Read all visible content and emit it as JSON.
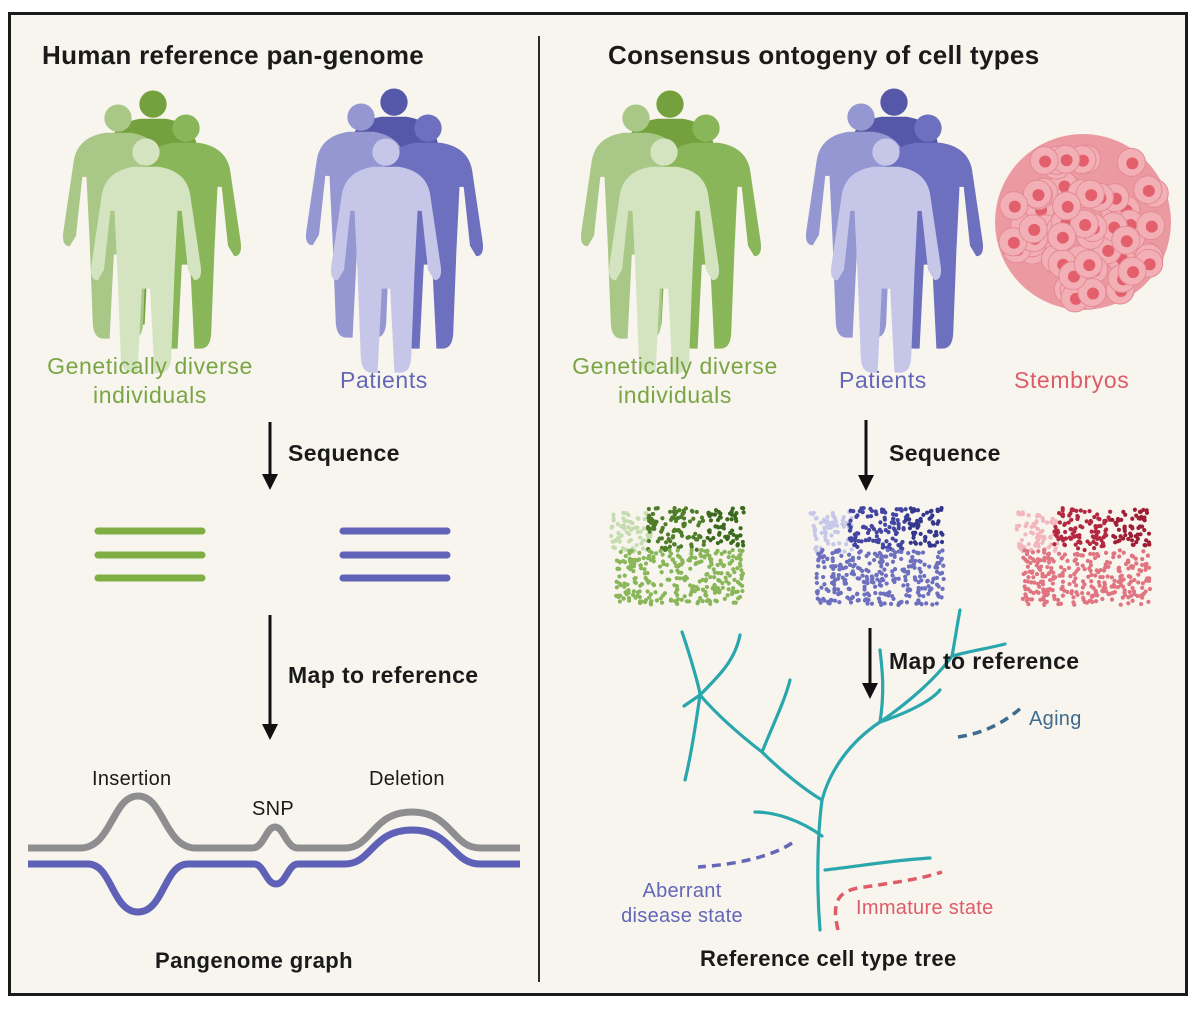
{
  "colors": {
    "green": "#7aa544",
    "purple": "#6466b7",
    "red": "#dd5c68",
    "teal": "#2aa6ad",
    "gray": "#8c8c8e",
    "blue": "#3e6b8e"
  },
  "icons": {
    "people": "human-silhouette-group-icon",
    "embryo": "stembryo-cell-cluster-icon",
    "arrow": "down-arrow-icon"
  },
  "left": {
    "title": "Human reference pan-genome",
    "group_green": "Genetically diverse individuals",
    "group_green_lines": [
      "Genetically diverse",
      "individuals"
    ],
    "group_purple": "Patients",
    "step1": "Sequence",
    "step2": "Map to reference",
    "graph": {
      "insertion": "Insertion",
      "snp": "SNP",
      "deletion": "Deletion"
    },
    "footer": "Pangenome graph"
  },
  "right": {
    "title": "Consensus ontogeny of cell types",
    "group_green_lines": [
      "Genetically diverse",
      "individuals"
    ],
    "group_purple": "Patients",
    "group_red": "Stembryos",
    "step1": "Sequence",
    "step2": "Map to reference",
    "tree": {
      "aging": "Aging",
      "aberrant": [
        "Aberrant",
        "disease state"
      ],
      "immature": "Immature state"
    },
    "footer": "Reference cell type tree"
  }
}
